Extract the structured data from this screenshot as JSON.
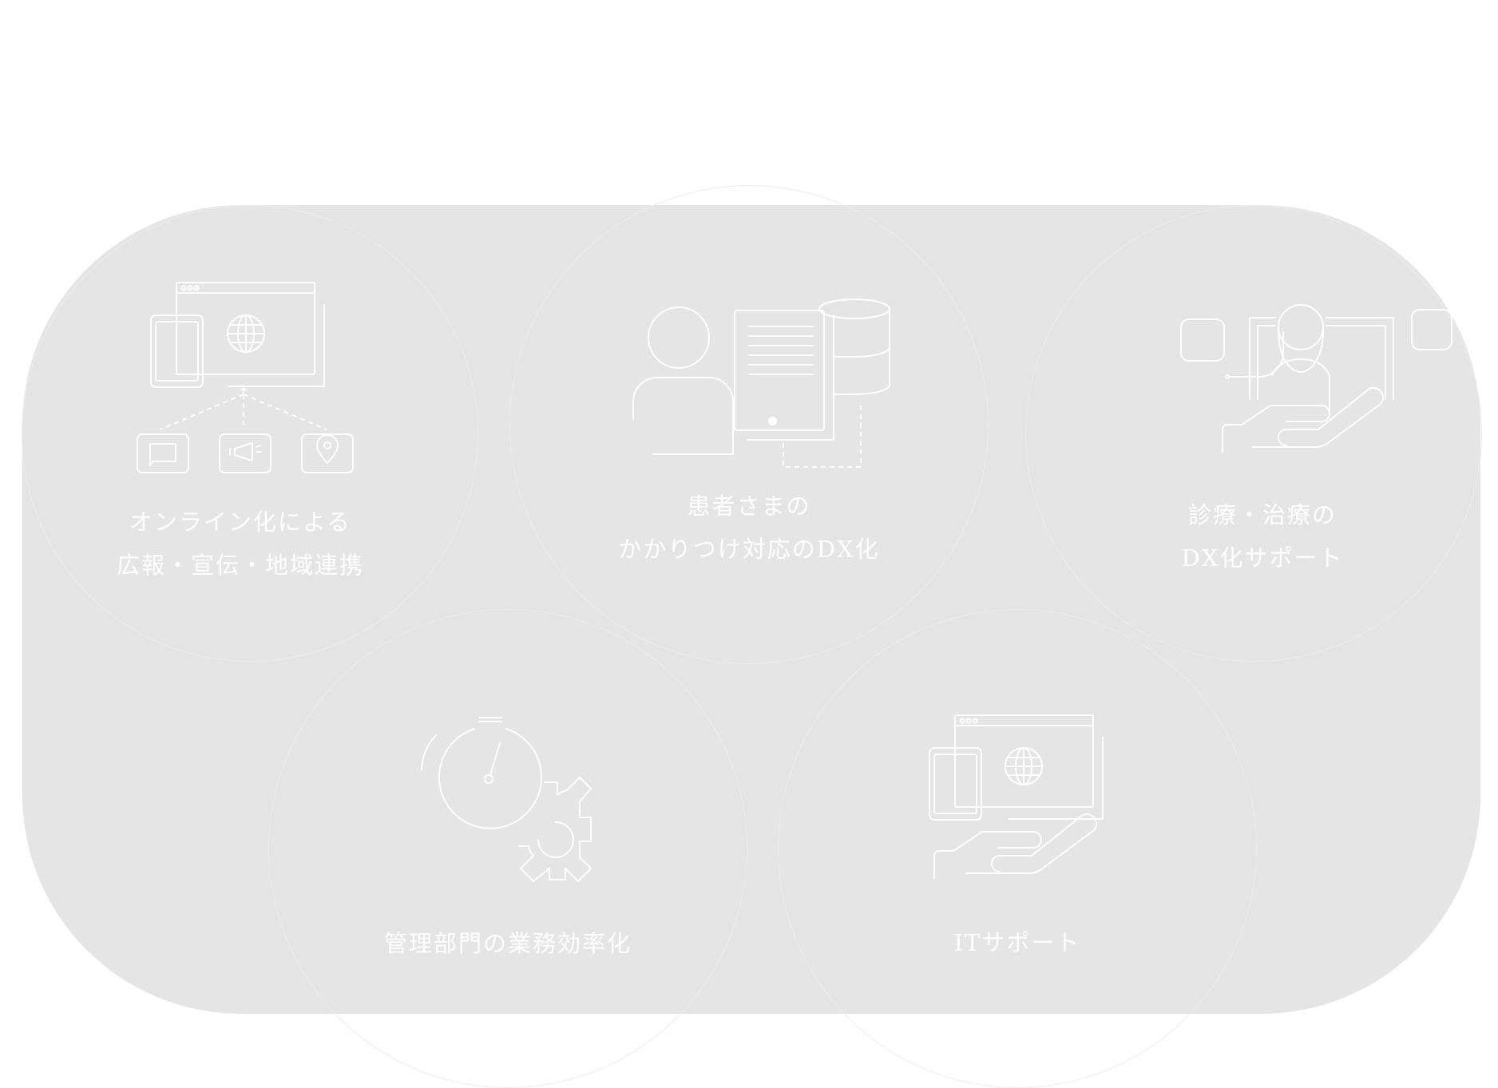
{
  "colors": {
    "background": "#ffffff",
    "panel": "#e5e5e5",
    "ring": "#ececec",
    "foreground": "#ffffff"
  },
  "services": [
    {
      "icon": "online-marketing-icon",
      "line1": "オンライン化による",
      "line2": "広報・宣伝・地域連携"
    },
    {
      "icon": "patient-records-icon",
      "line1": "患者さまの",
      "line2": "かかりつけ対応のDX化"
    },
    {
      "icon": "telemedicine-icon",
      "line1": "診療・治療の",
      "line2": "DX化サポート"
    },
    {
      "icon": "efficiency-gear-icon",
      "line1": "管理部門の業務効率化"
    },
    {
      "icon": "it-support-icon",
      "line1": "ITサポート"
    }
  ]
}
